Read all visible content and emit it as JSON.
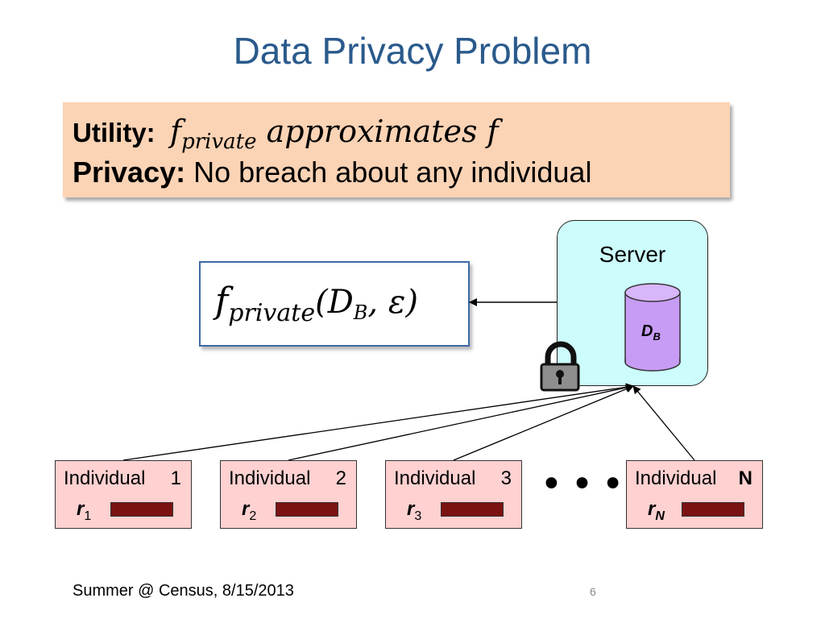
{
  "slide": {
    "title": "Data Privacy Problem",
    "utility_label": "Utility:",
    "utility_f": "f",
    "utility_sub": "private",
    "utility_rest": " approximates f",
    "privacy_label": "Privacy:",
    "privacy_text": " No breach about any individual"
  },
  "func_box": {
    "f": "f",
    "sub": "private",
    "args_open": "(D",
    "args_sub": "B",
    "args_close": ", ε)"
  },
  "server": {
    "label": "Server",
    "db_main": "D",
    "db_sub": "B"
  },
  "individuals": [
    {
      "label": "Individual",
      "num": "1",
      "r": "r",
      "r_sub": "1"
    },
    {
      "label": "Individual",
      "num": "2",
      "r": "r",
      "r_sub": "2"
    },
    {
      "label": "Individual",
      "num": "3",
      "r": "r",
      "r_sub": "3"
    },
    {
      "label": "Individual",
      "num": "N",
      "r": "r",
      "r_sub": "N"
    }
  ],
  "ellipsis": "• • •",
  "footer": {
    "text": "Summer @ Census, 8/15/2013",
    "page": "6"
  },
  "colors": {
    "title": "#2a5a8c",
    "utility_box": "#fbd3b5",
    "server": "#ccfcfc",
    "database": "#c79cf5",
    "individual_box": "#ffd1d1",
    "record_bar": "#7b1212"
  }
}
